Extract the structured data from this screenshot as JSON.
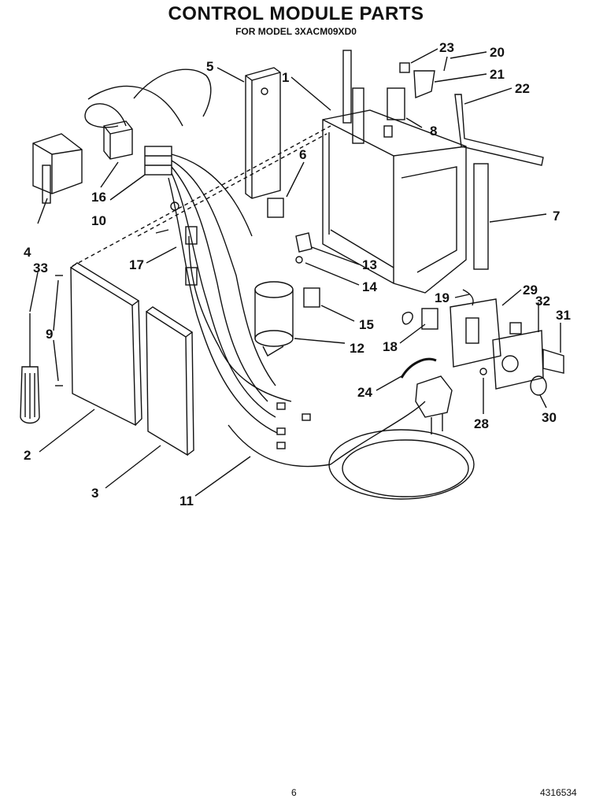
{
  "title": "CONTROL MODULE PARTS",
  "subtitle": "FOR MODEL 3XACM09XD0",
  "page_number": "6",
  "document_number": "4316534",
  "callouts": [
    "5",
    "1",
    "23",
    "20",
    "21",
    "22",
    "8",
    "6",
    "16",
    "10",
    "4",
    "7",
    "17",
    "33",
    "13",
    "14",
    "15",
    "19",
    "29",
    "32",
    "31",
    "9",
    "12",
    "18",
    "24",
    "28",
    "30",
    "2",
    "3",
    "11"
  ]
}
